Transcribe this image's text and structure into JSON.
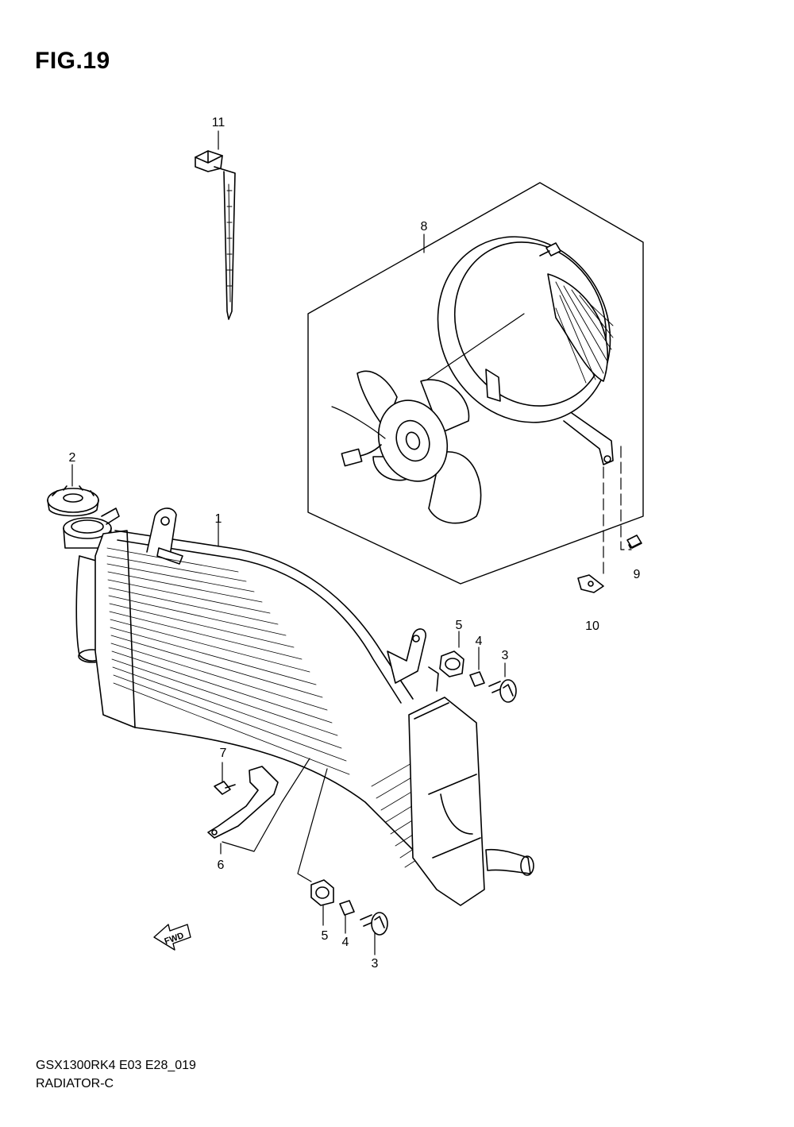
{
  "figure": {
    "title": "FIG.19",
    "model_code": "GSX1300RK4 E03 E28_019",
    "name": "RADIATOR-C"
  },
  "fwd_marker": {
    "label": "FWD"
  },
  "callouts": [
    {
      "id": "c11",
      "text": "11"
    },
    {
      "id": "c8",
      "text": "8"
    },
    {
      "id": "c2",
      "text": "2"
    },
    {
      "id": "c1",
      "text": "1"
    },
    {
      "id": "c9",
      "text": "9"
    },
    {
      "id": "c10",
      "text": "10"
    },
    {
      "id": "c5a",
      "text": "5"
    },
    {
      "id": "c4a",
      "text": "4"
    },
    {
      "id": "c3a",
      "text": "3"
    },
    {
      "id": "c7",
      "text": "7"
    },
    {
      "id": "c6",
      "text": "6"
    },
    {
      "id": "c5b",
      "text": "5"
    },
    {
      "id": "c4b",
      "text": "4"
    },
    {
      "id": "c3b",
      "text": "3"
    }
  ]
}
